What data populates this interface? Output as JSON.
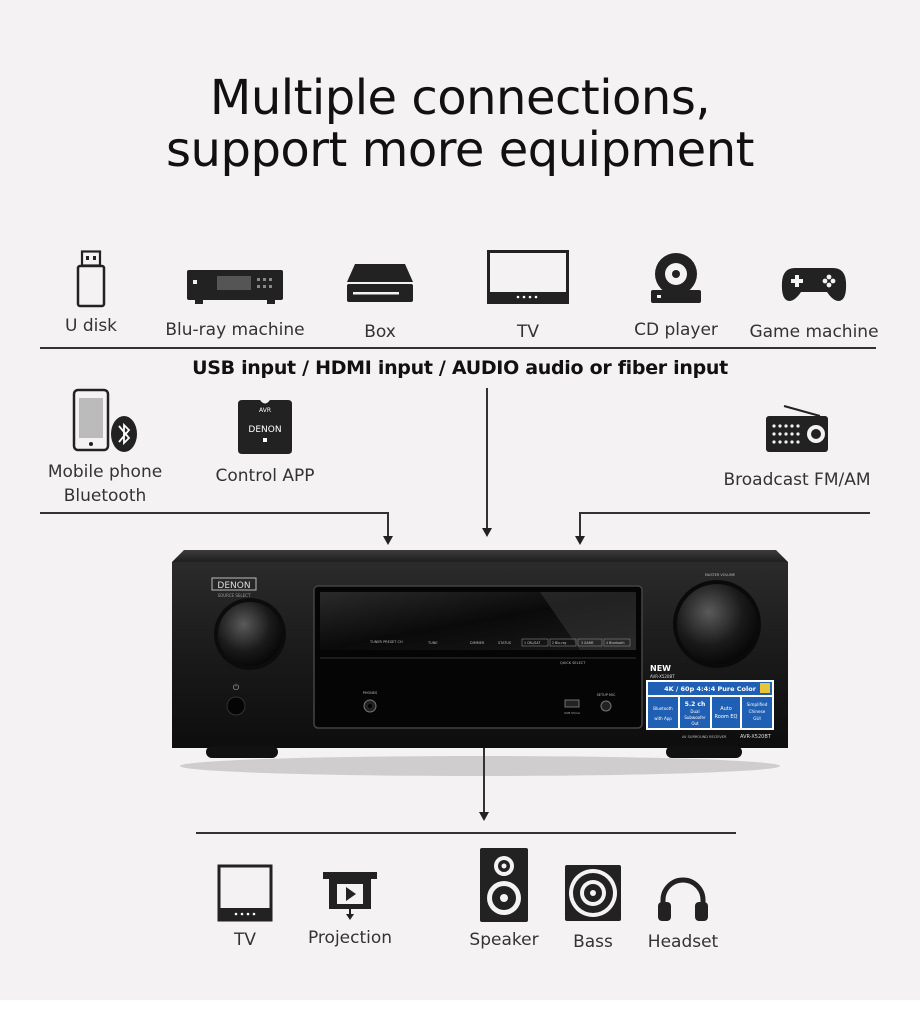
{
  "headline": {
    "line1": "Multiple connections,",
    "line2": "support more equipment"
  },
  "inputs_caption": "USB input / HDMI input / AUDIO audio or fiber input",
  "input_devices": [
    {
      "label": "U disk",
      "icon": "usb-drive-icon"
    },
    {
      "label": "Blu-ray machine",
      "icon": "bluray-player-icon"
    },
    {
      "label": "Box",
      "icon": "set-top-box-icon"
    },
    {
      "label": "TV",
      "icon": "tv-icon"
    },
    {
      "label": "CD player",
      "icon": "cd-player-icon"
    },
    {
      "label": "Game machine",
      "icon": "gamepad-icon"
    }
  ],
  "wireless_sources": [
    {
      "label_line1": "Mobile phone",
      "label_line2": "Bluetooth",
      "icon": "mobile-bluetooth-icon"
    },
    {
      "label": "Control APP",
      "icon": "control-app-icon",
      "app_brand": "DENON",
      "app_top": "AVR"
    },
    {
      "label": "Broadcast FM/AM",
      "icon": "radio-icon"
    }
  ],
  "receiver": {
    "brand": "DENON",
    "brand_sub": "SOURCE SELECT",
    "volume_label": "MASTER VOLUME",
    "model": "AVR-X520BT",
    "model_caption": "AV SURROUND RECEIVER",
    "front_labels": {
      "tuner": "TUNER PRESET CH",
      "tune": "TUNE",
      "dimmer": "DIMMER",
      "status": "STATUS",
      "quick_select": "QUICK SELECT",
      "phones": "PHONES",
      "setup_mic": "SETUP MIC",
      "usb": "USB 5V/1A",
      "q1": "1 CBL/SAT",
      "q2": "2 Blu-ray",
      "q3": "3 GAME",
      "q4": "4 Bluetooth"
    },
    "badge": {
      "new": "NEW",
      "model": "AVR-X520BT",
      "headline": "4K / 60p 4:4:4 Pure Color",
      "f1a": "Bluetooth",
      "f1b": "with App",
      "f2a": "5.2 ch",
      "f2b": "Dual",
      "f2c": "Subwoofer",
      "f2d": "Out",
      "f3a": "Auto",
      "f3b": "Room EQ",
      "f4a": "Simplified",
      "f4b": "Chinese",
      "f4c": "GUI"
    }
  },
  "output_devices": [
    {
      "label": "TV",
      "icon": "tv-outline-icon"
    },
    {
      "label": "Projection",
      "icon": "projector-icon"
    },
    {
      "label": "Speaker",
      "icon": "speaker-icon"
    },
    {
      "label": "Bass",
      "icon": "subwoofer-icon"
    },
    {
      "label": "Headset",
      "icon": "headphones-icon"
    }
  ],
  "colors": {
    "background": "#f4f2f3",
    "ink": "#1a1a1a",
    "badge_blue": "#1f5fb4"
  }
}
